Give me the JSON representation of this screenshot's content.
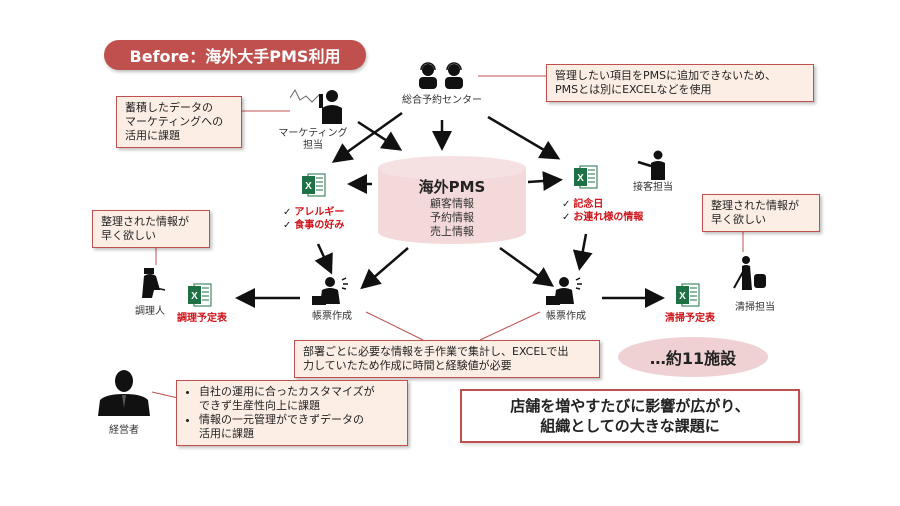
{
  "title": "Before：海外大手PMS利用",
  "pms": {
    "title": "海外PMS",
    "lines": [
      "顧客情報",
      "予約情報",
      "売上情報"
    ]
  },
  "actors": {
    "reservation_center": "総合予約センター",
    "marketing_line1": "マーケティング",
    "marketing_line2": "担当",
    "reception": "接客担当",
    "cook": "調理人",
    "cleaning": "清掃担当",
    "executive": "経営者",
    "form_creator_left": "帳票作成",
    "form_creator_right": "帳票作成"
  },
  "excel_left": {
    "checks": [
      "アレルギー",
      "食事の好み"
    ]
  },
  "excel_right": {
    "checks": [
      "記念日",
      "お連れ様の情報"
    ]
  },
  "cooking_schedule": "調理予定表",
  "cleaning_schedule": "清掃予定表",
  "notes": {
    "reservation": [
      "管理したい項目をPMSに追加できないため、",
      "PMSとは別にEXCELなどを使用"
    ],
    "marketing": [
      "蓄積したデータの",
      "マーケティングへの",
      "活用に課題"
    ],
    "cook": [
      "整理された情報が",
      "早く欲しい"
    ],
    "cleaning": [
      "整理された情報が",
      "早く欲しい"
    ],
    "forms": [
      "部署ごとに必要な情報を手作業で集計し、EXCELで出",
      "力していたため作成に時間と経験値が必要"
    ],
    "executive": [
      [
        "自社の運用に合ったカスタマイズが",
        "できず生産性向上に課題"
      ],
      [
        "情報の一元管理ができずデータの",
        "活用に課題"
      ]
    ]
  },
  "facilities": "…約11施設",
  "conclusion": [
    "店舗を増やすたびに影響が広がり、",
    "組織としての大きな課題に"
  ],
  "colors": {
    "accent": "#c0504d",
    "note_bg": "#fdeee5",
    "highlight_red": "#d0141a",
    "pms_fill": "#f3d9da",
    "excel_green": "#1e7145"
  }
}
